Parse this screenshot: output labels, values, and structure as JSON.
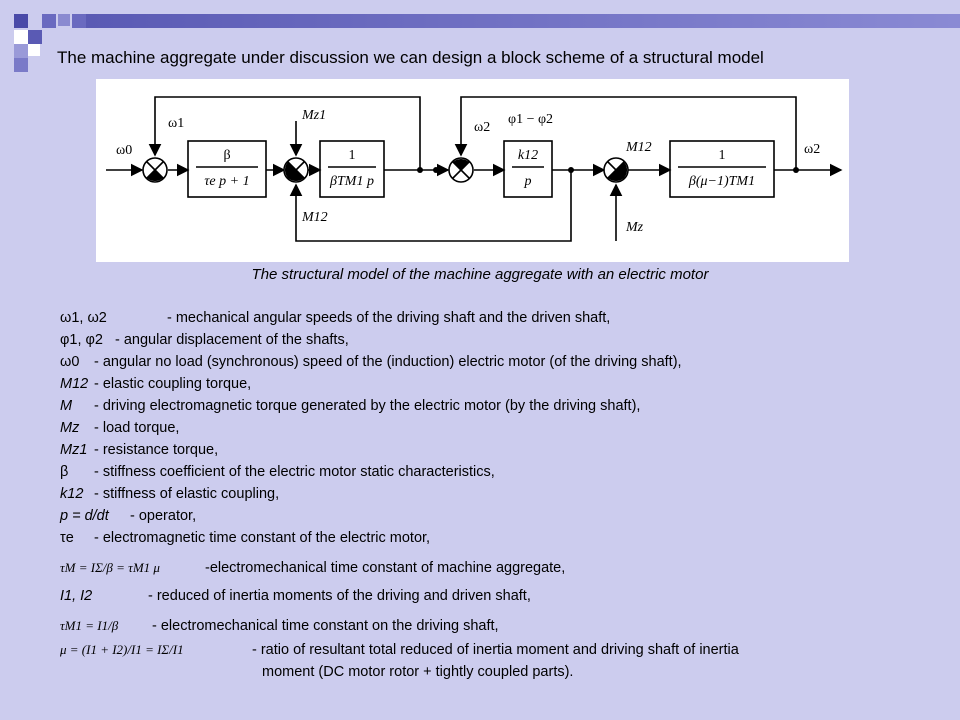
{
  "title": "The machine aggregate under discussion we can design a block scheme of a structural model",
  "caption": "The structural model of the machine aggregate with an electric motor",
  "diagram": {
    "omega0": "ω0",
    "omega1": "ω1",
    "omega2_a": "ω2",
    "omega2_b": "ω2",
    "phi_diff": "φ1 − φ2",
    "mz1": "Mz1",
    "m12_bottom": "M12",
    "m12_top": "M12",
    "mz": "Mz",
    "block1_num": "β",
    "block1_den": "τe p + 1",
    "block2_num": "1",
    "block2_den": "βTM1 p",
    "block3_num": "k12",
    "block3_den": "p",
    "block4_num": "1",
    "block4_den": "β(μ−1)TM1"
  },
  "defs": [
    {
      "sym": "ω1, ω2",
      "text": "- mechanical angular speeds of the driving shaft and the driven shaft,"
    },
    {
      "sym": "φ1, φ2",
      "text": "- angular displacement of the shafts,"
    },
    {
      "sym": "ω0",
      "text": "- angular no load (synchronous) speed of the (induction) electric motor (of the driving shaft),"
    },
    {
      "sym": "M12",
      "text": "- elastic coupling  torque,"
    },
    {
      "sym": "M",
      "text": "- driving electromagnetic torque generated by the electric motor (by the driving shaft),"
    },
    {
      "sym": "Mz",
      "text": "- load torque,"
    },
    {
      "sym": "Mz1",
      "text": "- resistance torque,"
    },
    {
      "sym": "β",
      "text": "- stiffness coefficient of the electric motor static characteristics,"
    },
    {
      "sym": "k12",
      "text": "- stiffness of elastic coupling,"
    },
    {
      "sym": "p = d/dt",
      "text": "- operator,"
    },
    {
      "sym": "τe",
      "text": "- electromagnetic  time constant  of the electric motor,"
    },
    {
      "sym": "τM = IΣ/β = τM1 μ",
      "text": "-electromechanical time constant of machine aggregate,"
    },
    {
      "sym": "I1, I2",
      "text": "- reduced of inertia moments of the driving and driven shaft,"
    },
    {
      "sym": "τM1 = I1/β",
      "text": "- electromechanical time constant on the driving shaft,"
    },
    {
      "sym": "μ = (I1 + I2)/I1 = IΣ/I1",
      "text": "- ratio of resultant  total reduced of inertia moment and driving shaft of inertia"
    },
    {
      "sym": "",
      "text": "moment (DC motor  rotor + tightly coupled parts)."
    }
  ]
}
